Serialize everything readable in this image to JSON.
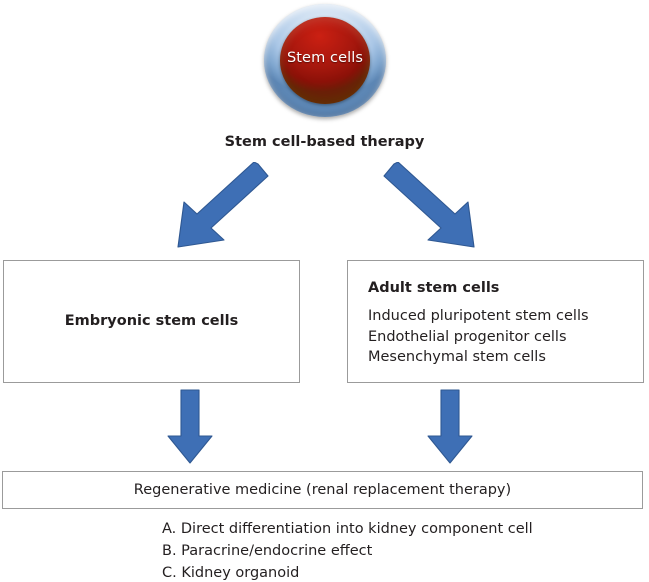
{
  "figure": {
    "orb": {
      "label": "Stem cells",
      "outer_color": "#a9c6e6",
      "inner_color": "#b81b10"
    },
    "title": "Stem cell-based therapy",
    "arrow_color": "#3e6fb5",
    "box_border_color": "#9b9b9b",
    "branches": {
      "embryonic": {
        "title": "Embryonic stem cells"
      },
      "adult": {
        "title": "Adult stem cells",
        "items": [
          "Induced pluripotent stem cells",
          "Endothelial progenitor cells",
          "Mesenchymal stem cells"
        ]
      }
    },
    "outcome": {
      "title": "Regenerative medicine (renal replacement therapy)",
      "items": [
        "A. Direct differentiation into kidney component cell",
        "B. Paracrine/endocrine effect",
        "C. Kidney organoid"
      ]
    },
    "arrows": [
      {
        "name": "arrow-left-diagonal",
        "from": "stem-cell-based-therapy",
        "to": "embryonic-stem-cells"
      },
      {
        "name": "arrow-right-diagonal",
        "from": "stem-cell-based-therapy",
        "to": "adult-stem-cells"
      },
      {
        "name": "arrow-down-left",
        "from": "embryonic-stem-cells",
        "to": "regenerative-medicine"
      },
      {
        "name": "arrow-down-right",
        "from": "adult-stem-cells",
        "to": "regenerative-medicine"
      }
    ]
  }
}
